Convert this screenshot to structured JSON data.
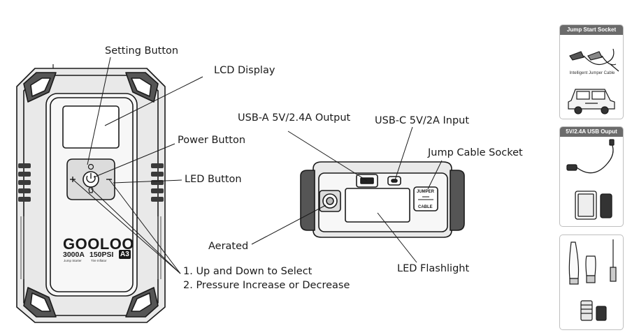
{
  "labels": {
    "setting_button": "Setting Button",
    "lcd_display": "LCD Display",
    "power_button": "Power Button",
    "led_button": "LED Button",
    "instruction_1": "1. Up and Down to Select",
    "instruction_2": "2. Pressure Increase or Decrease",
    "usb_a": "USB-A 5V/2.4A Output",
    "usb_c": "USB-C 5V/2A Input",
    "jump_cable_socket": "Jump Cable Socket",
    "aerated": "Aerated",
    "led_flashlight": "LED Flashlight"
  },
  "device": {
    "brand": "GOOLOO",
    "spec_amps": "3000A",
    "spec_amps_sub": "Jump Starter",
    "spec_psi": "150PSI",
    "spec_psi_sub": "Tire Inflator",
    "spec_model": "A3",
    "socket_label_top": "JUMPER",
    "socket_label_bottom": "CABLE"
  },
  "panels": [
    {
      "title": "Jump Start Socket",
      "caption": "Intelligent Jumper Cable"
    },
    {
      "title": "5V/2.4A USB Ouput"
    },
    {
      "title": ""
    }
  ],
  "colors": {
    "line": "#1a1a1a",
    "device_body": "#2a2a2a",
    "panel_header": "#6b6b6b"
  }
}
